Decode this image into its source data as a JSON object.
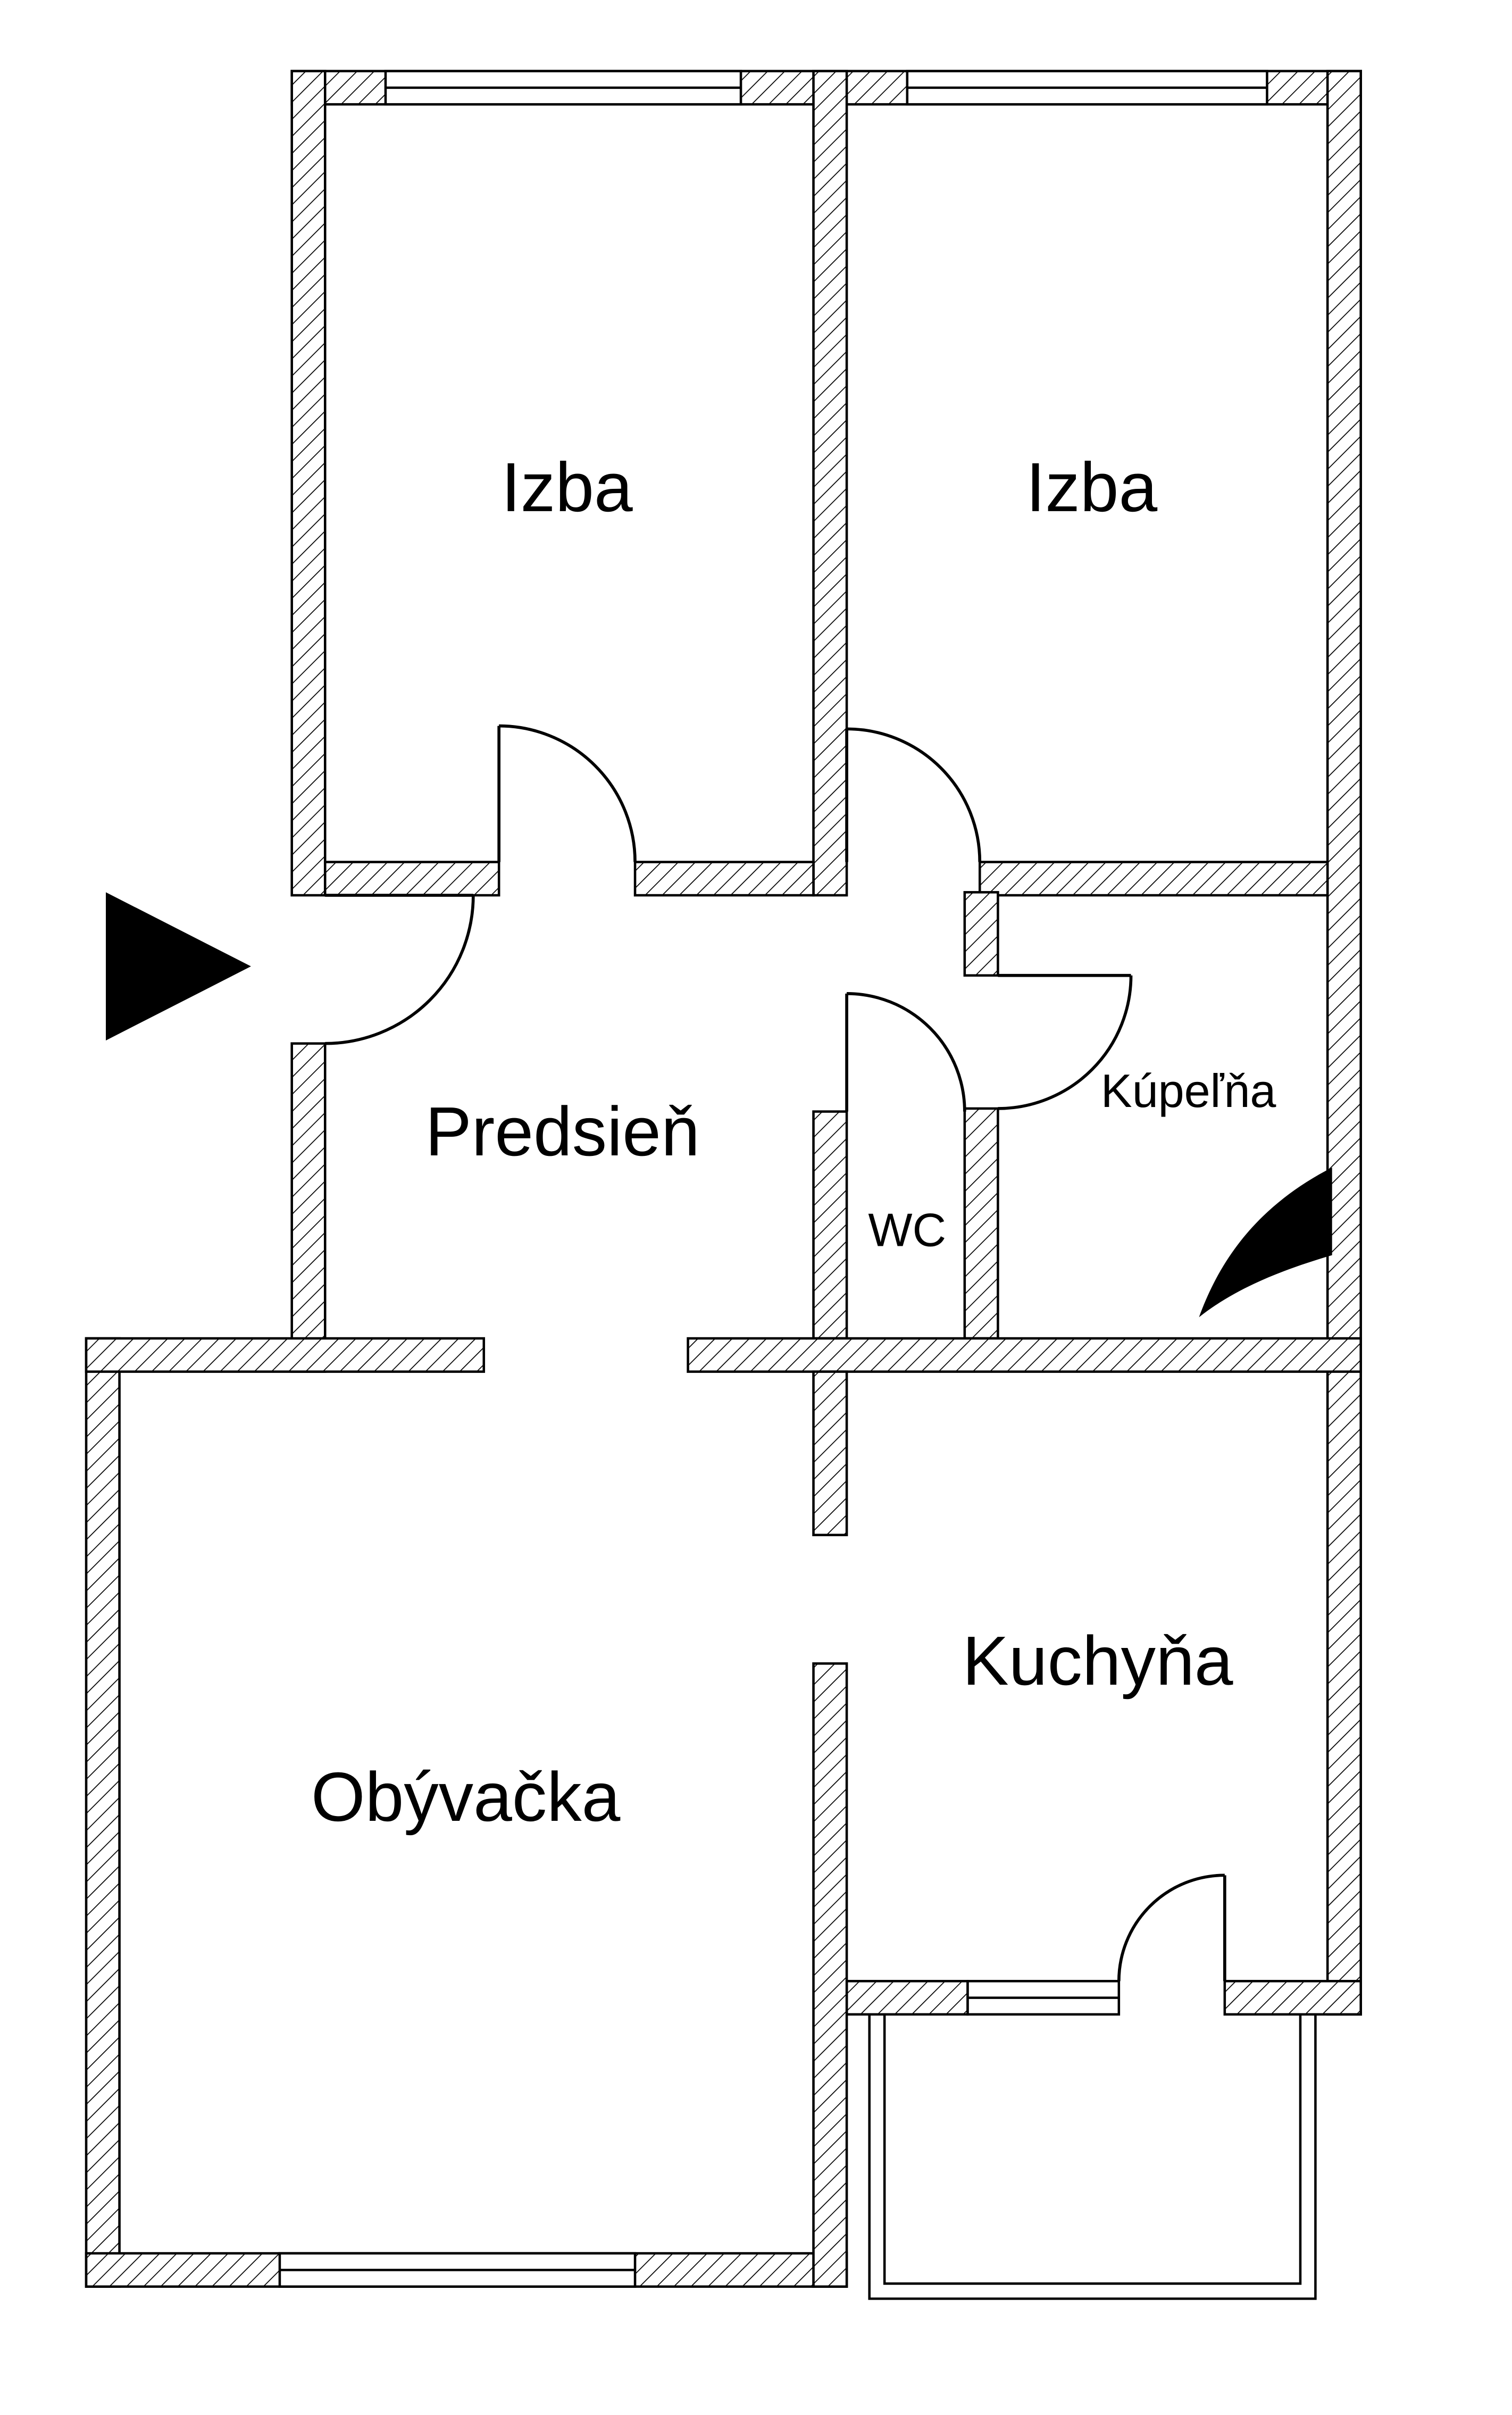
{
  "floorplan": {
    "rooms": [
      {
        "id": "izba-left",
        "label": "Izba"
      },
      {
        "id": "izba-right",
        "label": "Izba"
      },
      {
        "id": "predsien",
        "label": "Predsieň"
      },
      {
        "id": "kupelna",
        "label": "Kúpeľňa"
      },
      {
        "id": "wc",
        "label": "WC"
      },
      {
        "id": "kuchyna",
        "label": "Kuchyňa"
      },
      {
        "id": "obyvacka",
        "label": "Obývačka"
      }
    ],
    "colors": {
      "walls": "#000000",
      "background": "#ffffff",
      "marker": "#000000"
    }
  }
}
